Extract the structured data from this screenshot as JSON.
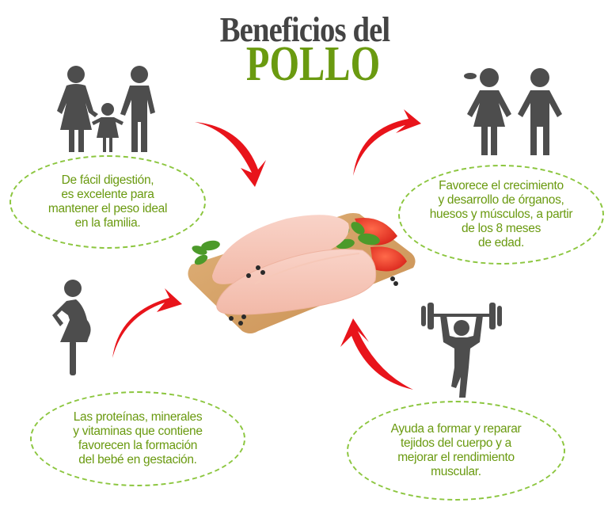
{
  "title": {
    "line1": "Beneficios del",
    "line2": "POLLO"
  },
  "colors": {
    "title_dark": "#444444",
    "title_green": "#6a9a10",
    "text_green": "#6a9a10",
    "bubble_border": "#8cc63f",
    "icon_gray": "#4d4d4d",
    "arrow_red": "#e8141b"
  },
  "benefits": [
    {
      "icon": "family-icon",
      "text": "De fácil digestión,\nes excelente para\nmantener el peso ideal\nen la familia."
    },
    {
      "icon": "children-icon",
      "text": "Favorece el crecimiento\ny desarrollo de órganos,\nhuesos y músculos, a partir\nde los 8 meses\nde edad."
    },
    {
      "icon": "pregnant-woman-icon",
      "text": "Las proteínas, minerales\ny vitaminas que contiene\nfavorecen la formación\ndel bebé en gestación."
    },
    {
      "icon": "weightlifter-icon",
      "text": "Ayuda a formar y reparar\ntejidos del cuerpo y a\nmejorar el rendimiento\nmuscular."
    }
  ],
  "center_image": "chicken-breast-on-cutting-board"
}
